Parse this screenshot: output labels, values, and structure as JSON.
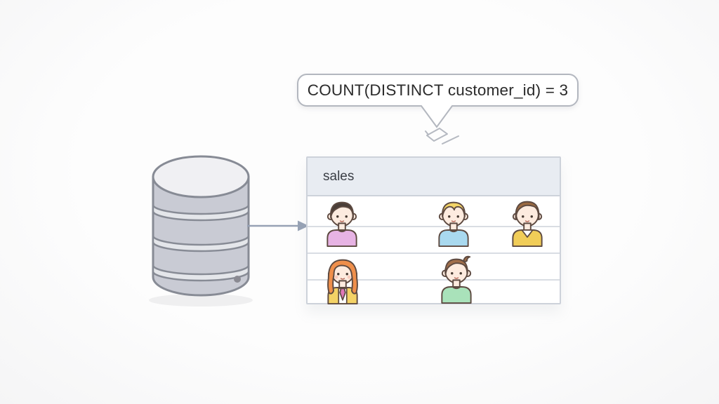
{
  "colors": {
    "background": "#fdfdfd",
    "bubble_border": "#b3b7bf",
    "bubble_text": "#2b2b2b",
    "table_border": "#cdd2da",
    "table_header_bg": "#e8ecf2",
    "table_title_text": "#3a3e45",
    "grid_line": "#d9dde3",
    "arrow": "#97a2b5",
    "db_body": "#c9cbd4",
    "db_top": "#f0f0f3",
    "db_stroke": "#878b95",
    "db_groove": "#e4e6ea",
    "skin": "#fdebdf",
    "outline": "#5d4a41"
  },
  "callout": {
    "text": "COUNT(DISTINCT customer_id) = 3",
    "pointer_icon": "pen-cursor-icon"
  },
  "database": {
    "icon": "database-cylinder-icon"
  },
  "flow": {
    "icon": "arrow-right-icon"
  },
  "table": {
    "title": "sales",
    "rows": [
      {
        "customers": [
          {
            "name": "customer-pink-shirt",
            "hair_color": "#4a3e38",
            "shirt_color": "#e7b3e4"
          },
          {
            "name": "customer-blue-shirt",
            "hair_color": "#f3d466",
            "shirt_color": "#a9d9ef"
          },
          {
            "name": "customer-yellow-sweater",
            "hair_color": "#9a6a41",
            "shirt_color": "#f1cd58"
          }
        ]
      },
      {
        "customers": [
          {
            "name": "customer-yellow-cardigan",
            "hair_color": "#ef8f4b",
            "shirt_color": "#f4d266",
            "tie_color": "#e078b8"
          },
          {
            "name": "customer-green-shirt",
            "hair_color": "#a16f4b",
            "shirt_color": "#a9e2ba"
          }
        ]
      }
    ]
  }
}
